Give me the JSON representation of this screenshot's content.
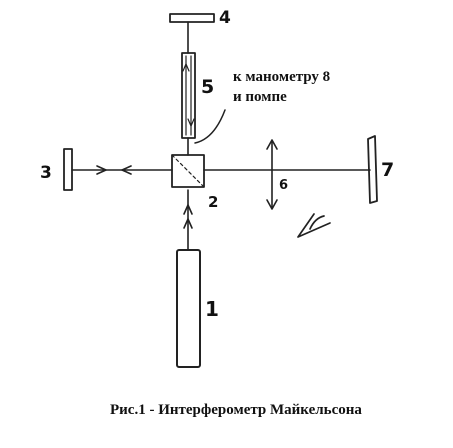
{
  "diagram": {
    "labels": {
      "laser": "1",
      "beam_splitter": "2",
      "mirror_left": "3",
      "mirror_top": "4",
      "cell": "5",
      "compensator": "6",
      "mirror_right": "7"
    },
    "note_line1": "к манометру 8",
    "note_line2": "и помпе",
    "caption": "Рис.1 - Интерферометр Майкельсона"
  },
  "colors": {
    "ink": "#222222",
    "background": "#ffffff"
  }
}
